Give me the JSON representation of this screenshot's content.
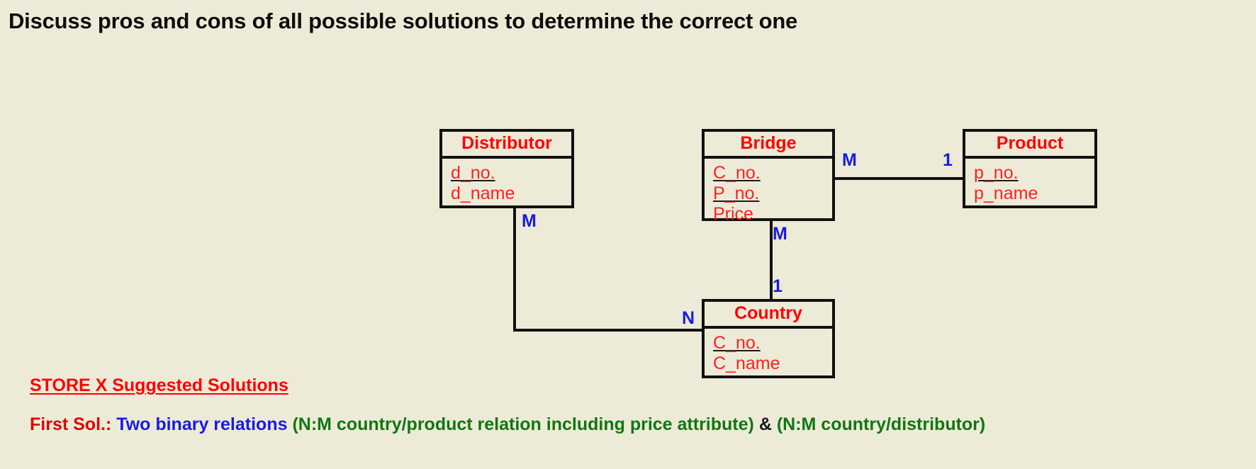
{
  "page": {
    "title": "Discuss pros and cons of all possible solutions to determine the correct one",
    "background_color": "#edebd8"
  },
  "colors": {
    "entity_title": "#ff0000",
    "attribute": "#ff2020",
    "cardinality": "#1a1ae6",
    "border": "#111111",
    "heading": "#ff0000",
    "solution_label": "#e00000",
    "solution_main": "#1a1ae6",
    "solution_note": "#117711",
    "ampersand": "#1a1a1a"
  },
  "diagram": {
    "type": "entity-relationship-schema",
    "entities": [
      {
        "name": "Distributor",
        "attributes": [
          {
            "label": "d_no.",
            "key": true
          },
          {
            "label": "d_name",
            "key": false
          }
        ]
      },
      {
        "name": "Bridge",
        "attributes": [
          {
            "label": "C_no.",
            "key": true
          },
          {
            "label": "P_no.",
            "key": true
          },
          {
            "label": "Price",
            "key": false
          }
        ]
      },
      {
        "name": "Product",
        "attributes": [
          {
            "label": "p_no.",
            "key": true
          },
          {
            "label": "p_name",
            "key": false
          }
        ]
      },
      {
        "name": "Country",
        "attributes": [
          {
            "label": "C_no.",
            "key": true
          },
          {
            "label": "C_name",
            "key": false
          }
        ]
      }
    ],
    "relationships": [
      {
        "from": "Bridge",
        "to": "Product",
        "from_cardinality": "M",
        "to_cardinality": "1"
      },
      {
        "from": "Bridge",
        "to": "Country",
        "from_cardinality": "M",
        "to_cardinality": "1"
      },
      {
        "from": "Distributor",
        "to": "Country",
        "from_cardinality": "M",
        "to_cardinality": "N"
      }
    ],
    "cardinality_labels": {
      "bridge_product_m": "M",
      "bridge_product_1": "1",
      "bridge_country_m": "M",
      "bridge_country_1": "1",
      "distributor_m": "M",
      "country_n": "N"
    }
  },
  "notes": {
    "heading": "STORE X Suggested Solutions",
    "solution": {
      "label": "First Sol.:",
      "main": "Two binary relations",
      "note_one": "(N:M country/product relation including price attribute)",
      "ampersand": "&",
      "note_two": "(N:M country/distributor)"
    }
  }
}
